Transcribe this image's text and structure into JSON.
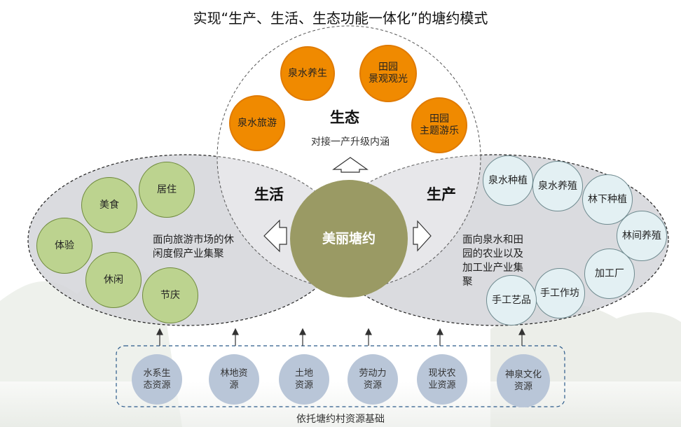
{
  "title": "实现“生产、生活、生态功能一体化”的塘约模式",
  "ecology": {
    "label": "生态",
    "subtitle": "对接一产升级内涵",
    "items": [
      "泉水养生",
      "田园\n景观观光",
      "泉水旅游",
      "田园\n主题游乐"
    ]
  },
  "life": {
    "label": "生活",
    "desc": "面向旅游市场的休\n闲度假产业集聚",
    "items": [
      "居住",
      "美食",
      "体验",
      "休闲",
      "节庆"
    ]
  },
  "production": {
    "label": "生产",
    "desc": "面向泉水和田\n园的农业以及\n加工业产业集\n聚",
    "items": [
      "泉水种植",
      "泉水养殖",
      "林下种植",
      "林间养殖",
      "加工厂",
      "手工作坊",
      "手工艺品"
    ]
  },
  "center": "美丽塘约",
  "resources": {
    "items": [
      "水系生\n态资源",
      "林地资\n源",
      "土地\n资源",
      "劳动力\n资源",
      "现状农\n业资源",
      "神泉文化\n资源"
    ],
    "caption": "依托塘约村资源基础"
  },
  "colors": {
    "orange": "#f08a00",
    "green": "#bcd38f",
    "light_blue": "#e3f0f3",
    "resource": "#b9c6d8",
    "center": "#9a9a64",
    "ellipse_fill": "#d4d5d9",
    "dashed_border": "#2b5a8a"
  }
}
